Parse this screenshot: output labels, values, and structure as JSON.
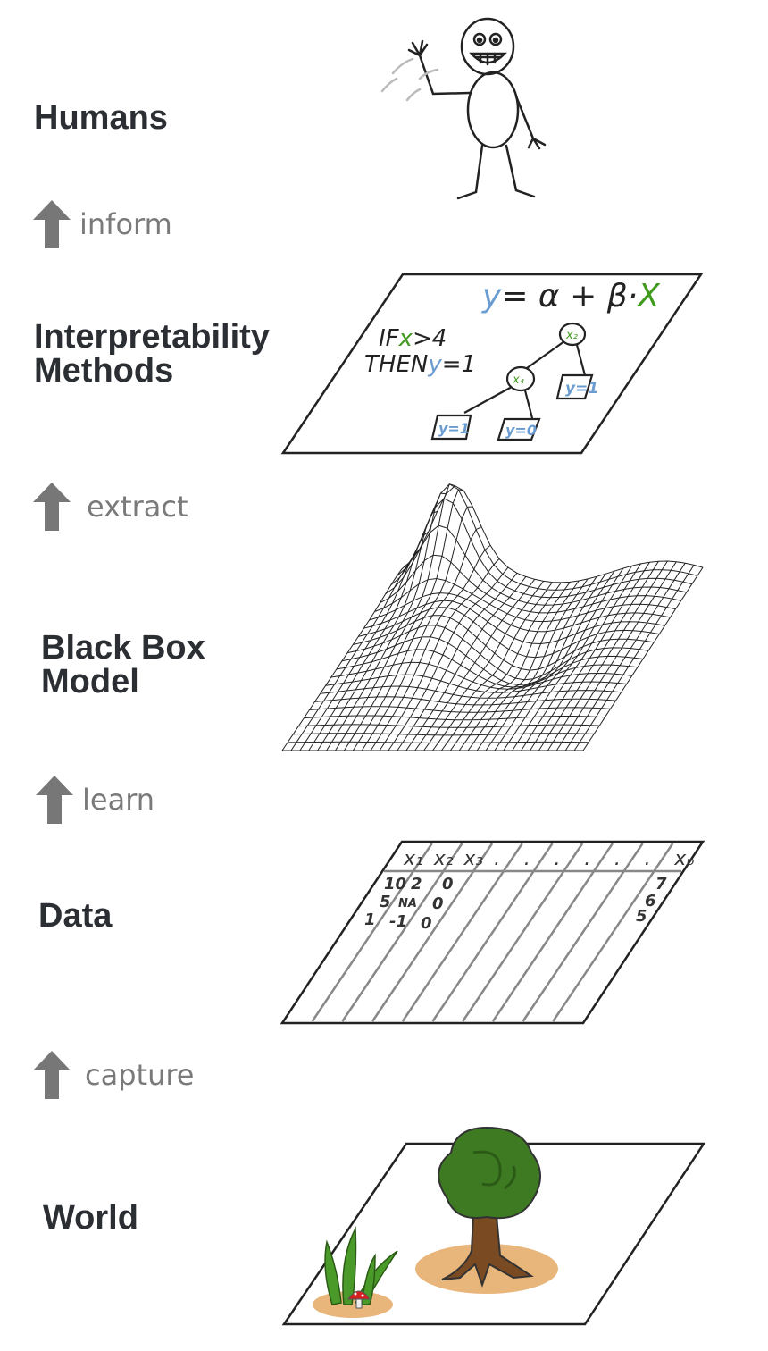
{
  "levels": [
    {
      "id": "humans",
      "label": "Humans"
    },
    {
      "id": "methods",
      "label_line1": "Interpretability",
      "label_line2": "Methods"
    },
    {
      "id": "model",
      "label_line1": "Black Box",
      "label_line2": "Model"
    },
    {
      "id": "data",
      "label": "Data"
    },
    {
      "id": "world",
      "label": "World"
    }
  ],
  "arrows": [
    {
      "label": "inform",
      "icon": "up-arrow-icon"
    },
    {
      "label": "extract",
      "icon": "up-arrow-icon"
    },
    {
      "label": "learn",
      "icon": "up-arrow-icon"
    },
    {
      "label": "capture",
      "icon": "up-arrow-icon"
    }
  ],
  "methods_panel": {
    "equation_y": "y",
    "equation_mid": "= α + β·",
    "equation_x": "X",
    "rule_if": "IF",
    "rule_x": "x",
    "rule_cond": ">4",
    "rule_then": "THEN",
    "rule_y": "y",
    "rule_val": "=1",
    "tree_root": "x₂",
    "tree_node": "x₄",
    "leaf_right": "y=1",
    "leaf_left": "y=1",
    "leaf_mid": "y=0"
  },
  "data_panel": {
    "headers": [
      "x₁",
      "x₂",
      "x₃",
      ".",
      ".",
      ".",
      ".",
      ".",
      ".",
      "xₚ"
    ],
    "col1": [
      "10",
      "5",
      "1"
    ],
    "col2": [
      "2",
      "NA",
      "-1"
    ],
    "col3": [
      "0",
      "0",
      "0"
    ],
    "col_last": [
      "7",
      "6",
      "5"
    ]
  },
  "colors": {
    "text": "#2b2f33",
    "arrow": "#777777",
    "blue": "#6a9bd1",
    "green": "#3f9a1e",
    "tree": "#3d7a22",
    "trunk": "#7a4a22",
    "soil": "#e8b57a"
  }
}
